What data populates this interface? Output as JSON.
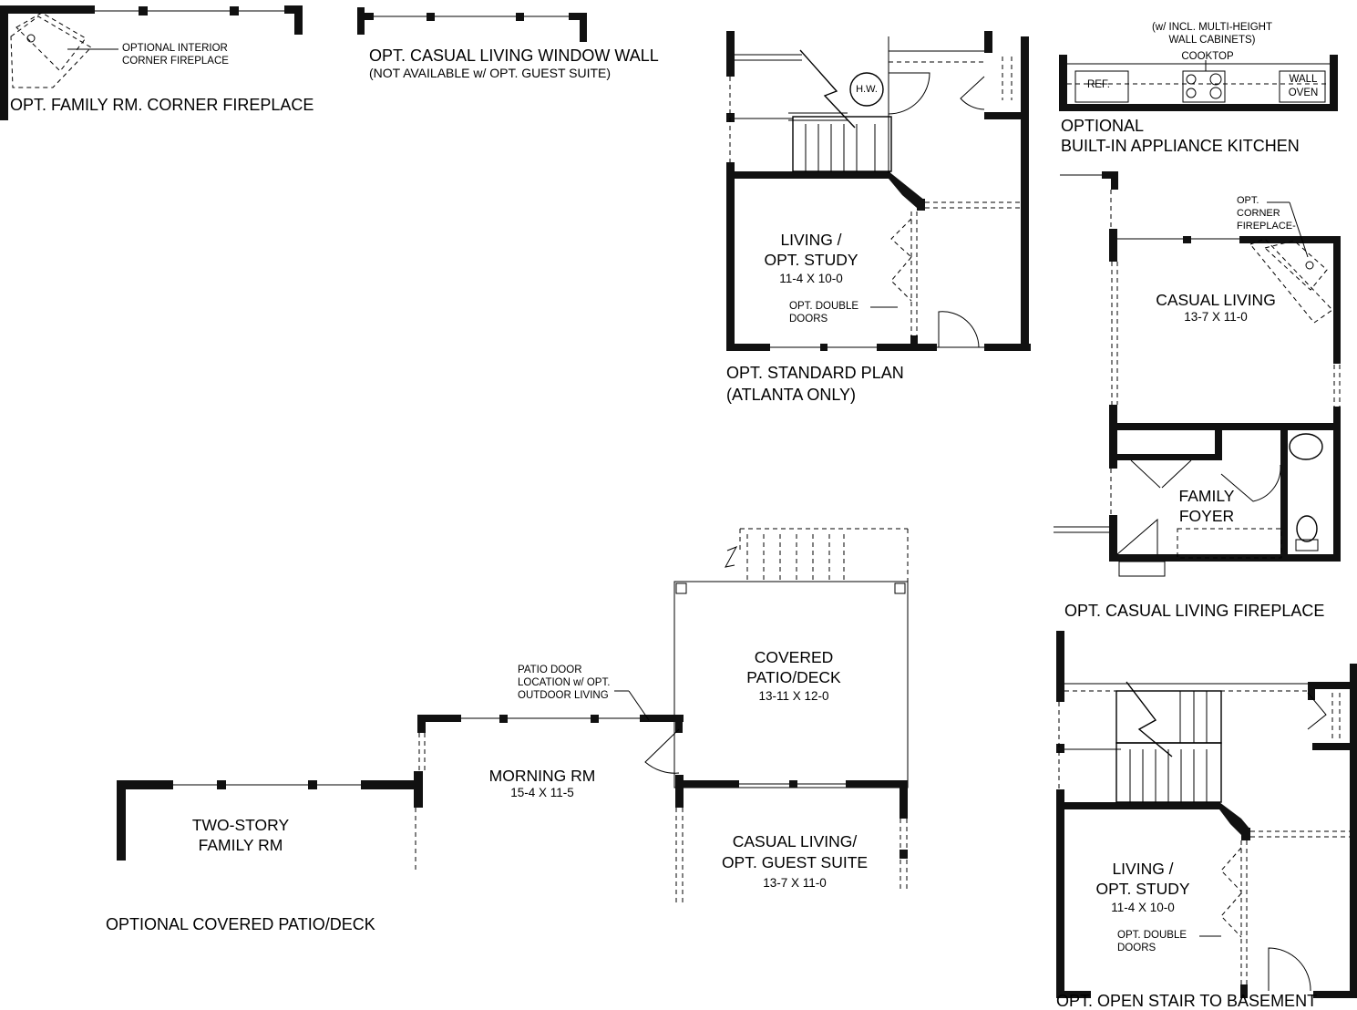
{
  "labels": {
    "fireplace_note_1": "OPTIONAL INTERIOR",
    "fireplace_note_2": "CORNER FIREPLACE",
    "family_rm_corner_fp": "OPT. FAMILY RM. CORNER FIREPLACE",
    "window_wall_title": "OPT. CASUAL LIVING WINDOW WALL",
    "window_wall_note": "(NOT AVAILABLE w/ OPT. GUEST SUITE)",
    "hw": "H.W.",
    "living_study_1": "LIVING /",
    "living_study_2": "OPT. STUDY",
    "living_study_dim": "11-4 X 10-0",
    "double_doors_1": "OPT. DOUBLE",
    "double_doors_2": "DOORS",
    "std_plan_1": "OPT. STANDARD PLAN",
    "std_plan_2": "(ATLANTA ONLY)",
    "cabinets_1": "(w/ INCL. MULTI-HEIGHT",
    "cabinets_2": "WALL CABINETS)",
    "cooktop": "COOKTOP",
    "ref": "REF.",
    "wall_oven_1": "WALL",
    "wall_oven_2": "OVEN",
    "builtin_1": "OPTIONAL",
    "builtin_2": "BUILT-IN APPLIANCE KITCHEN",
    "opt_corner_fp_1": "OPT.",
    "opt_corner_fp_2": "CORNER",
    "opt_corner_fp_3": "FIREPLACE-",
    "casual_living": "CASUAL LIVING",
    "casual_living_dim": "13-7 X 11-0",
    "family_foyer_1": "FAMILY",
    "family_foyer_2": "FOYER",
    "casual_fp_title": "OPT. CASUAL LIVING FIREPLACE",
    "covered_patio_1": "COVERED",
    "covered_patio_2": "PATIO/DECK",
    "covered_patio_dim": "13-11 X 12-0",
    "patio_door_1": "PATIO DOOR",
    "patio_door_2": "LOCATION w/ OPT.",
    "patio_door_3": "OUTDOOR LIVING",
    "morning_rm": "MORNING RM",
    "morning_rm_dim": "15-4 X 11-5",
    "two_story_1": "TWO-STORY",
    "two_story_2": "FAMILY RM",
    "casual_guest_1": "CASUAL LIVING/",
    "casual_guest_2": "OPT. GUEST SUITE",
    "casual_guest_dim": "13-7 X 11-0",
    "opt_covered_patio": "OPTIONAL COVERED PATIO/DECK",
    "living_study_b_1": "LIVING /",
    "living_study_b_2": "OPT. STUDY",
    "living_study_b_dim": "11-4 X 10-0",
    "double_doors_b_1": "OPT. DOUBLE",
    "double_doors_b_2": "DOORS",
    "open_stair": "OPT. OPEN STAIR TO BASEMENT"
  }
}
